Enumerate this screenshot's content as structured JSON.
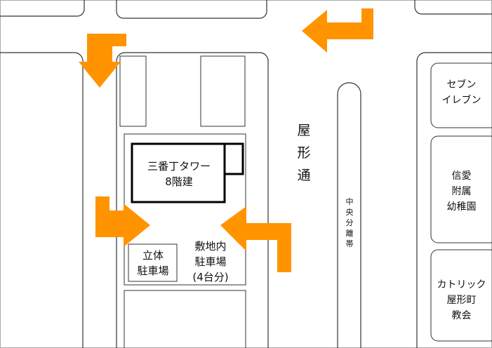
{
  "map": {
    "street_name": [
      "屋",
      "形",
      "通"
    ],
    "median_label": [
      "中",
      "央",
      "分",
      "離",
      "帯"
    ],
    "building": {
      "name": "三番丁タワー",
      "floors": "8階建"
    },
    "parking_structure": [
      "立体",
      "駐車場"
    ],
    "onsite_parking": [
      "敷地内",
      "駐車場",
      "(4台分)"
    ],
    "poi_seven": [
      "セブン",
      "イレブン"
    ],
    "poi_kindergarten": [
      "信愛",
      "附属",
      "幼稚園"
    ],
    "poi_church": [
      "カトリック",
      "屋形町",
      "教会"
    ],
    "colors": {
      "arrow": "#ff9400",
      "line": "#333333",
      "building_border": "#000000"
    },
    "icons": [
      "arrow-icon"
    ]
  }
}
